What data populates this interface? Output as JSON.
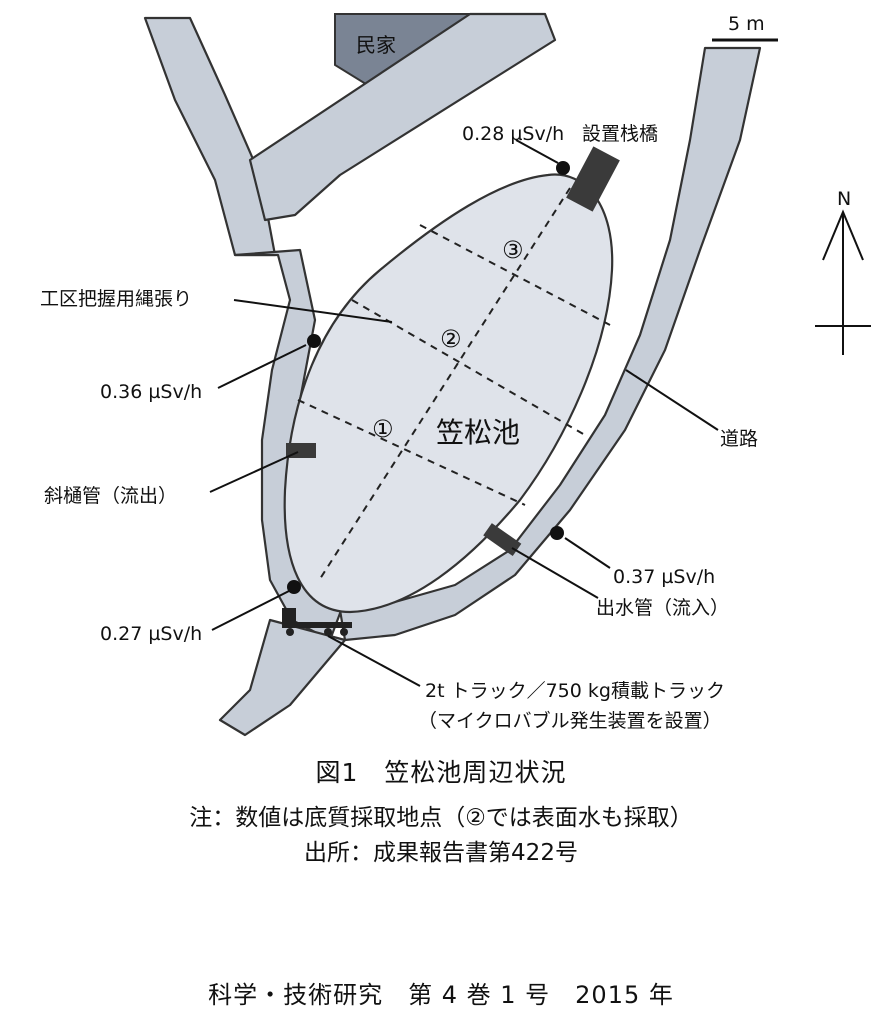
{
  "map": {
    "scale_label": "5 m",
    "north_label": "N",
    "house_label": "民家",
    "pond_label": "笠松池",
    "zones": [
      "①",
      "②",
      "③"
    ],
    "labels": {
      "bridge": "設置栈橋",
      "rope": "工区把握用縄張り",
      "road": "道路",
      "outflow_pipe": "斜樋管（流出）",
      "inflow_pipe": "出水管（流入）",
      "truck_line1": "2t トラック／750 kg積載トラック",
      "truck_line2": "（マイクロバブル発生装置を設置）"
    },
    "sampling_points": [
      {
        "id": "p-north",
        "value": "0.28 µSv/h"
      },
      {
        "id": "p-west",
        "value": "0.36 µSv/h"
      },
      {
        "id": "p-east",
        "value": "0.37 µSv/h"
      },
      {
        "id": "p-south",
        "value": "0.27 µSv/h"
      }
    ],
    "colors": {
      "road": "#c7ced8",
      "pond": "#dfe3ea",
      "house": "#7a8494",
      "structure": "#3a3a3a"
    }
  },
  "caption": {
    "title": "図1　笠松池周辺状況",
    "note": "注：数値は底質採取地点（②では表面水も採取）",
    "source": "出所：成果報告書第422号"
  },
  "footer": "科学・技術研究　第 4 巻 1 号　2015 年"
}
